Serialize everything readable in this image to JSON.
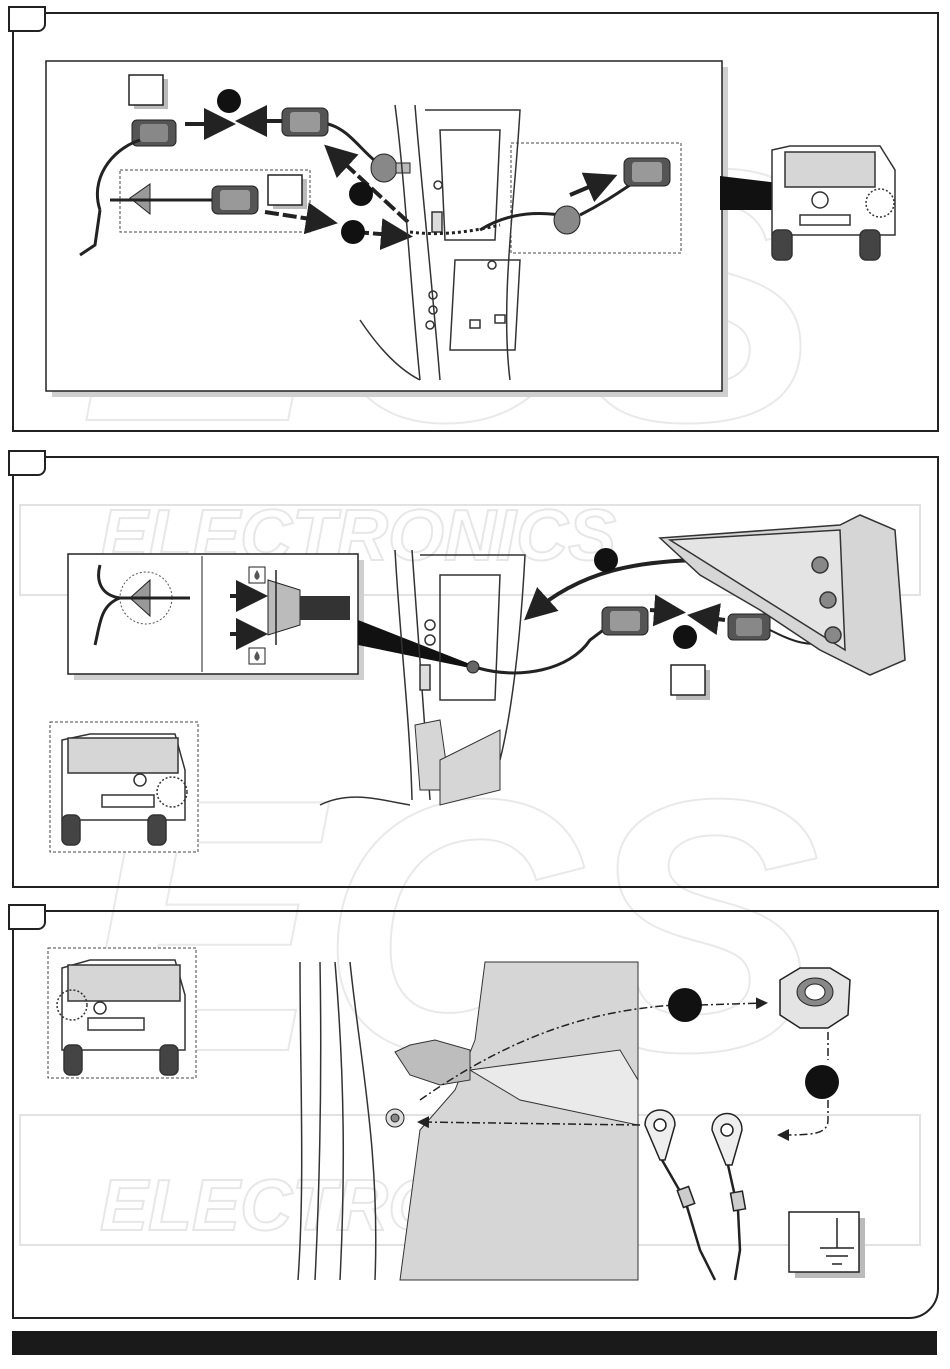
{
  "document": {
    "watermark_logo": "ECS",
    "watermark_text": "ELECTRONICS",
    "steps": [
      {
        "id": "step-1",
        "connection_markers": 3,
        "note_boxes": 2
      },
      {
        "id": "step-2",
        "connection_markers": 2,
        "note_boxes": 1
      },
      {
        "id": "step-3",
        "connection_markers": 2,
        "note_boxes": 1
      }
    ],
    "icons": [
      "connector-icon",
      "grommet-icon",
      "nut-icon",
      "ring-terminal-icon",
      "ground-symbol-icon",
      "water-drop-icon",
      "car-rear-view-icon",
      "tail-lamp-icon"
    ],
    "colors": {
      "line": "#222222",
      "fill_gray": "#d0d0d0",
      "watermark": "#d8d8d8",
      "footer": "#1a1a1a"
    }
  }
}
